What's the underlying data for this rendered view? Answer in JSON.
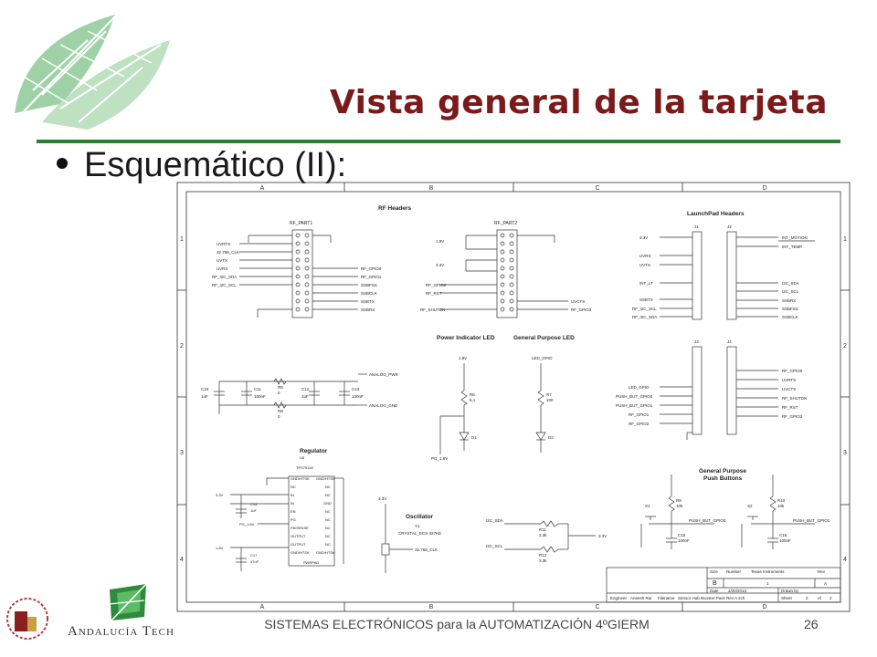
{
  "slide": {
    "title": "Vista general de la tarjeta",
    "bullet": "Esquemático (II):",
    "footer": "SISTEMAS ELECTRÓNICOS para la AUTOMATIZACIÓN 4ºGIERM",
    "page_number": "26",
    "logo_text": "Andalucía Tech"
  },
  "colors": {
    "title": "#7a1a1a",
    "rule": "#2e7d32",
    "schematic_line": "#333333"
  },
  "schematic": {
    "columns": [
      "A",
      "B",
      "C",
      "D"
    ],
    "rows": [
      "1",
      "2",
      "3",
      "4"
    ],
    "sections": {
      "rf_headers": "RF Headers",
      "launchpad_headers": "LaunchPad Headers",
      "power_led": "Power Indicator LED",
      "gp_led": "General Purpose LED",
      "regulator": "Regulator",
      "oscillator": "Oscillator",
      "push_buttons_1": "General Purpose",
      "push_buttons_2": "Push Buttons"
    },
    "parts": {
      "rf_part1": "RF_PART1",
      "rf_part2": "RF_PART2",
      "j1": "J1",
      "j2": "J2",
      "j3": "J3",
      "j4": "J4",
      "u6": "U6",
      "u6_name": "TPS75118",
      "y1": "Y1",
      "y1_name": "CRYSTAL_ECS-327KE",
      "s1": "S1",
      "s2": "S2"
    },
    "rf1_left": [
      "UVRTS",
      "32.768_CLK",
      "UVTX",
      "UVRX",
      "RF_I2C_SDA",
      "RF_I2C_SCL"
    ],
    "rf1_right": [
      "RF_GPIO0",
      "RF_GPIO1",
      "SSBFSS",
      "SSBCLK",
      "SSBTX",
      "SSBRX"
    ],
    "rf2_left": [
      "1.8V",
      "3.3V",
      "RF_GPIO2",
      "RF_RST",
      "RF_SHUTDN"
    ],
    "rf2_right": [
      "UVCTS",
      "RF_GPIO3"
    ],
    "j1_left": [
      "3.3V",
      "UVRX",
      "UVTX",
      "INT_LT",
      "SSBTX",
      "RF_I2C_SCL",
      "RF_I2C_SDA"
    ],
    "j2_right": [
      "INT_MOTION",
      "INT_TEMP",
      "I2C_SDA",
      "I2C_SCL",
      "SSBRX",
      "SSBFSS",
      "SSBCLK"
    ],
    "j3_left": [
      "LED_GPIO",
      "PUSH_BUT_GPIO0",
      "PUSH_BUT_GPIO1",
      "RF_GPIO1",
      "RF_GPIO2"
    ],
    "j4_right": [
      "RF_GPIO0",
      "UVRTS",
      "UVCTS",
      "RF_SHUTDN",
      "RF_RST",
      "RF_GPIO3"
    ],
    "caps_row": [
      {
        "ref": "C10",
        "val": "1uF"
      },
      {
        "ref": "C11",
        "val": "100nF"
      },
      {
        "ref": "C12",
        "val": "1uF"
      },
      {
        "ref": "C13",
        "val": "100nF"
      }
    ],
    "res_row": [
      {
        "ref": "R5",
        "val": "0"
      },
      {
        "ref": "R8",
        "val": "0"
      }
    ],
    "analog": [
      "ANALOG_PWR",
      "ANALOG_GND"
    ],
    "led_parts": [
      {
        "ref": "R6",
        "val": "5.1"
      },
      {
        "ref": "R7",
        "val": "100"
      },
      {
        "ref": "D1",
        "val": ""
      },
      {
        "ref": "D2",
        "val": ""
      }
    ],
    "led_nets": [
      "1.8V",
      "LED_GPIO",
      "PG_1.8V"
    ],
    "reg_pins_left": [
      "GND/HTSK",
      "NC",
      "IN",
      "IN",
      "EN",
      "PG",
      "FB/SENSE",
      "OUTPUT",
      "OUTPUT",
      "GND/HTSK"
    ],
    "reg_pins_right": [
      "GND/HTSK",
      "NC",
      "NC",
      "GND",
      "NC",
      "NC",
      "NC",
      "NC",
      "NC",
      "GND/HTSK"
    ],
    "reg_caps": [
      {
        "ref": "C14",
        "val": "1uF"
      },
      {
        "ref": "C17",
        "val": "47uF"
      }
    ],
    "reg_nets": [
      "3.3V",
      "PG_1.8V",
      "1.8V",
      "PWRPAD"
    ],
    "osc_nets": [
      "3.3V",
      "32.768_CLK"
    ],
    "i2c": {
      "sda": "I2C_SDA",
      "scl": "I2C_SCL",
      "v": "3.3V",
      "r11": "R11",
      "r11v": "3.3k",
      "r12": "R12",
      "r12v": "3.3k"
    },
    "buttons": [
      {
        "r": "R9",
        "rv": "10k",
        "c": "C15",
        "cv": "100nF",
        "net": "PUSH_BUT_GPIO0"
      },
      {
        "r": "R10",
        "rv": "10k",
        "c": "C16",
        "cv": "100nF",
        "net": "PUSH_BUT_GPIO1"
      }
    ],
    "titleblock": {
      "company": "Texas Instruments",
      "size_label": "Size",
      "size": "B",
      "number_label": "Number",
      "number": "1",
      "rev_label": "Rev",
      "rev": "A",
      "date_label": "Date",
      "date": "2/20/2013",
      "drawn_label": "Drawn by",
      "engineer_label": "Engineer",
      "engineer": "Aneesh Rai",
      "filename_label": "Filename",
      "filename": "Sensor Hub Booster Pack Rev A.sch",
      "sheet_label": "Sheet",
      "sheet": "2",
      "of": "of",
      "sheets": "2"
    }
  }
}
